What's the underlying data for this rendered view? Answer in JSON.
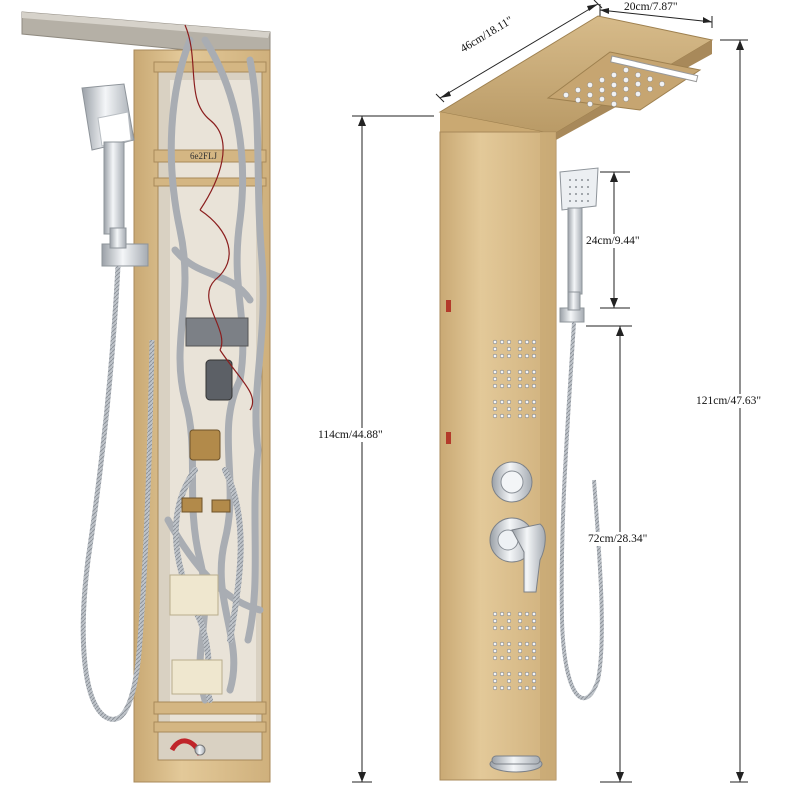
{
  "dimensions": {
    "width": "46cm/18.11\"",
    "depth": "20cm/7.87\"",
    "handheld_height": "24cm/9.44\"",
    "body_height": "114cm/44.88\"",
    "total_height": "121cm/47.63\"",
    "hose_drop": "72cm/28.34\""
  },
  "label_sticker": "6e2FLJ",
  "colors": {
    "panel_gold": "#d9bc8a",
    "panel_dark": "#b89a68",
    "chrome": "#d9dde2",
    "hose_gray": "#a9adb3"
  }
}
